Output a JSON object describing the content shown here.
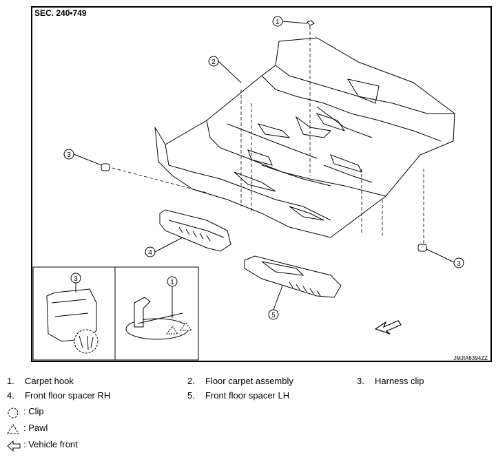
{
  "section_code": "SEC. 240•749",
  "image_code": "JMJIA6394ZZ",
  "callouts": {
    "c1": "1",
    "c2": "2",
    "c3a": "3",
    "c3b": "3",
    "c4": "4",
    "c5": "5",
    "c3_inset": "3",
    "c1_inset": "1"
  },
  "legend": {
    "items": [
      {
        "num": "1.",
        "label": "Carpet hook"
      },
      {
        "num": "2.",
        "label": "Floor carpet assembly"
      },
      {
        "num": "3.",
        "label": "Harness clip"
      },
      {
        "num": "4.",
        "label": "Front floor spacer RH"
      },
      {
        "num": "5.",
        "label": "Front floor spacer LH"
      }
    ],
    "symbols": [
      {
        "icon": "clip-symbol-icon",
        "label": ": Clip"
      },
      {
        "icon": "pawl-symbol-icon",
        "label": ": Pawl"
      },
      {
        "icon": "vehicle-front-arrow-icon",
        "label": ": Vehicle front"
      }
    ]
  }
}
